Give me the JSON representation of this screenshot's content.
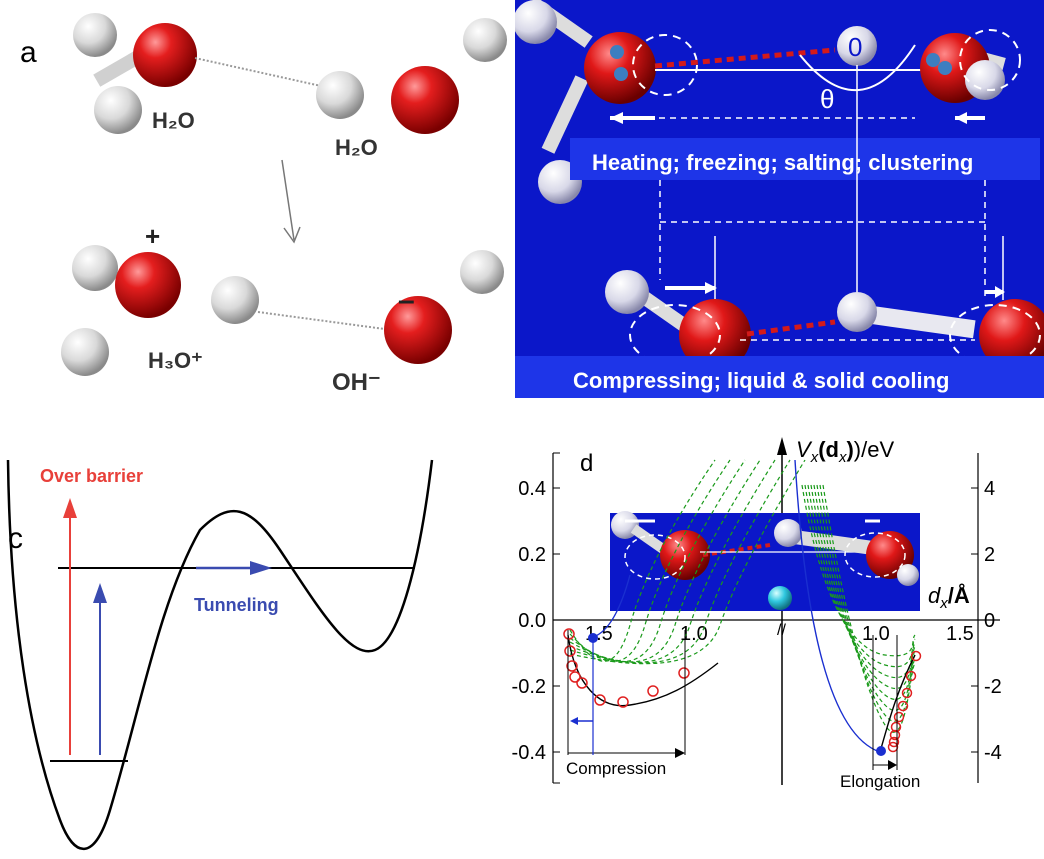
{
  "panel_a": {
    "letter": "a",
    "water_label_1": "H₂O",
    "water_label_2": "H₂O",
    "hydronium_label": "H₃O⁺",
    "hydroxide_label": "OH⁻",
    "plus_sign": "+",
    "minus_sign": "–"
  },
  "panel_b": {
    "top_caption": "Heating; freezing; salting; clustering",
    "bottom_caption": "Compressing; liquid & solid cooling",
    "origin_label": "0",
    "angle_label": "θ"
  },
  "panel_c": {
    "letter": "c",
    "over_barrier_label": "Over barrier",
    "tunneling_label": "Tunneling",
    "colors": {
      "over_barrier": "#e8403a",
      "tunneling": "#3a4bb0"
    }
  },
  "panel_d": {
    "letter": "d",
    "y_title_main": "V",
    "y_title_sub": "x",
    "y_title_paren": "(d",
    "y_title_paren_sub": "x",
    "y_title_end": ")/eV",
    "x_title_main": "d",
    "x_title_sub": "x",
    "x_title_unit": "/Å",
    "compression_label": "Compression",
    "elongation_label": "Elongation",
    "left_axis_ticks": [
      "0.4",
      "0.2",
      "0.0",
      "-0.2",
      "-0.4"
    ],
    "right_axis_ticks": [
      "4",
      "2",
      "0",
      "-2",
      "-4"
    ],
    "x_ticks_left": [
      "1.5",
      "1.0"
    ],
    "x_ticks_right": [
      "1.0",
      "1.5"
    ],
    "colors": {
      "circles": "#e02020",
      "dashed": "#1a9a1a",
      "blue": "#1a2fd0",
      "black": "#000000"
    }
  }
}
